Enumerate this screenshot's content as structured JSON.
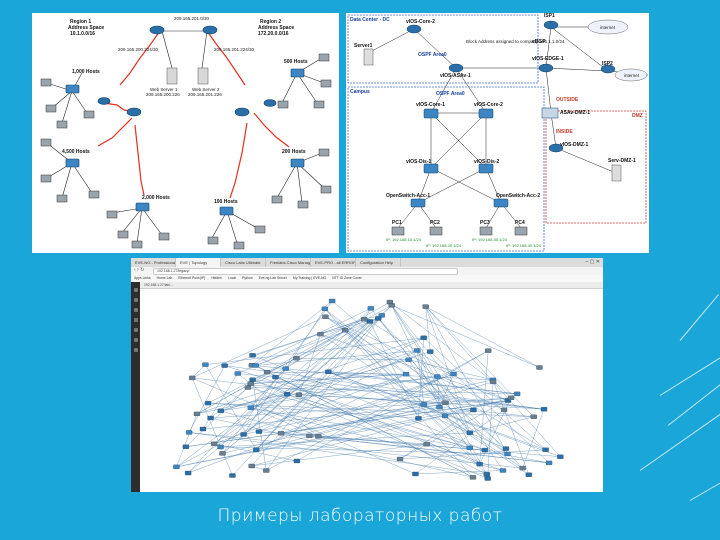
{
  "caption": "Примеры лабораторных работ",
  "panel_region": {
    "region1_title": "Region 1",
    "region1_subtitle": "Address Space",
    "region1_space": "10.1.0.0/16",
    "region2_title": "Region 2",
    "region2_subtitle": "Address Space",
    "region2_space": "172.20.0.0/16",
    "center_ip": "209.165.201.0/30",
    "web1": "Web Server 1",
    "web1_ip": "209.165.200.226",
    "web2": "Web Server 2",
    "web2_ip": "209.165.201.226",
    "hosts_1000": "1,000 Hosts",
    "hosts_4500": "4,500 Hosts",
    "hosts_2000": "2,000 Hosts",
    "hosts_500": "500 Hosts",
    "hosts_200": "200 Hosts",
    "hosts_100": "100 Hosts",
    "left_net": "209.165.200.224/30",
    "right_net": "209.165.201.224/30"
  },
  "panel_dc": {
    "dc_title": "Data Center - DC",
    "campus_title": "Campus",
    "dmz_title": "DMZ",
    "ospf": "OSPF Area0",
    "isp1": "ISP1",
    "isp2": "ISP2",
    "internet1": "internet",
    "internet2": "internet",
    "vios_asav1": "vIOS-ASAv-1",
    "vios_edge1": "vIOS-EDGE-1",
    "asav_dmz": "ASAv-DMZ-1",
    "vios_dmz": "vIOS-DMZ-1",
    "serv_dmz": "Serv-DMZ-1",
    "server1": "Server1",
    "core1": "vIOS-Core-1",
    "core2": "vIOS-Core-2",
    "dis1": "vIOS-Dis-1",
    "dis2": "vIOS-Dis-2",
    "acc1": "OpenSwitch-Acc-1",
    "acc2": "OpenSwitch-Acc-2",
    "pc1": "PC1",
    "pc2": "PC2",
    "pc3": "PC3",
    "pc4": "PC4",
    "block_note": "Block Address assigned to company 195.1.1.0/24",
    "outside": "OUTSIDE",
    "inside": "INSIDE",
    "ebgp": "eBGP",
    "ip_pc1": "IP: 192.168.10.1/24",
    "ip_pc2": "IP: 192.168.20.1/24",
    "ip_pc3": "IP: 192.168.30.1/24",
    "ip_pc4": "IP: 192.168.40.1/24"
  },
  "panel_browser": {
    "tabs": [
      "EVE-NG - Professional",
      "EVE | Topology",
      "Cisco Labs Ultimate",
      "Freelabs Cisco Manager",
      "EVE-PRO - all ERROR",
      "Configuration Help"
    ],
    "url": "192.168.1.27/legacy/",
    "bookmarks": [
      "Apps Links",
      "Home Lab",
      "Ethernet Pons(IP)",
      "Hidden",
      "Local",
      "Python",
      "Eve-ng Lab Server",
      "My Training | EVE-NG",
      "NTT ID Zone Cover"
    ],
    "lab_path": "192.168.1.27/lab/..."
  },
  "colors": {
    "background": "#1aa6d9",
    "panel": "#ffffff",
    "wan_link": "#e03020",
    "device": "#2b6fa8"
  }
}
